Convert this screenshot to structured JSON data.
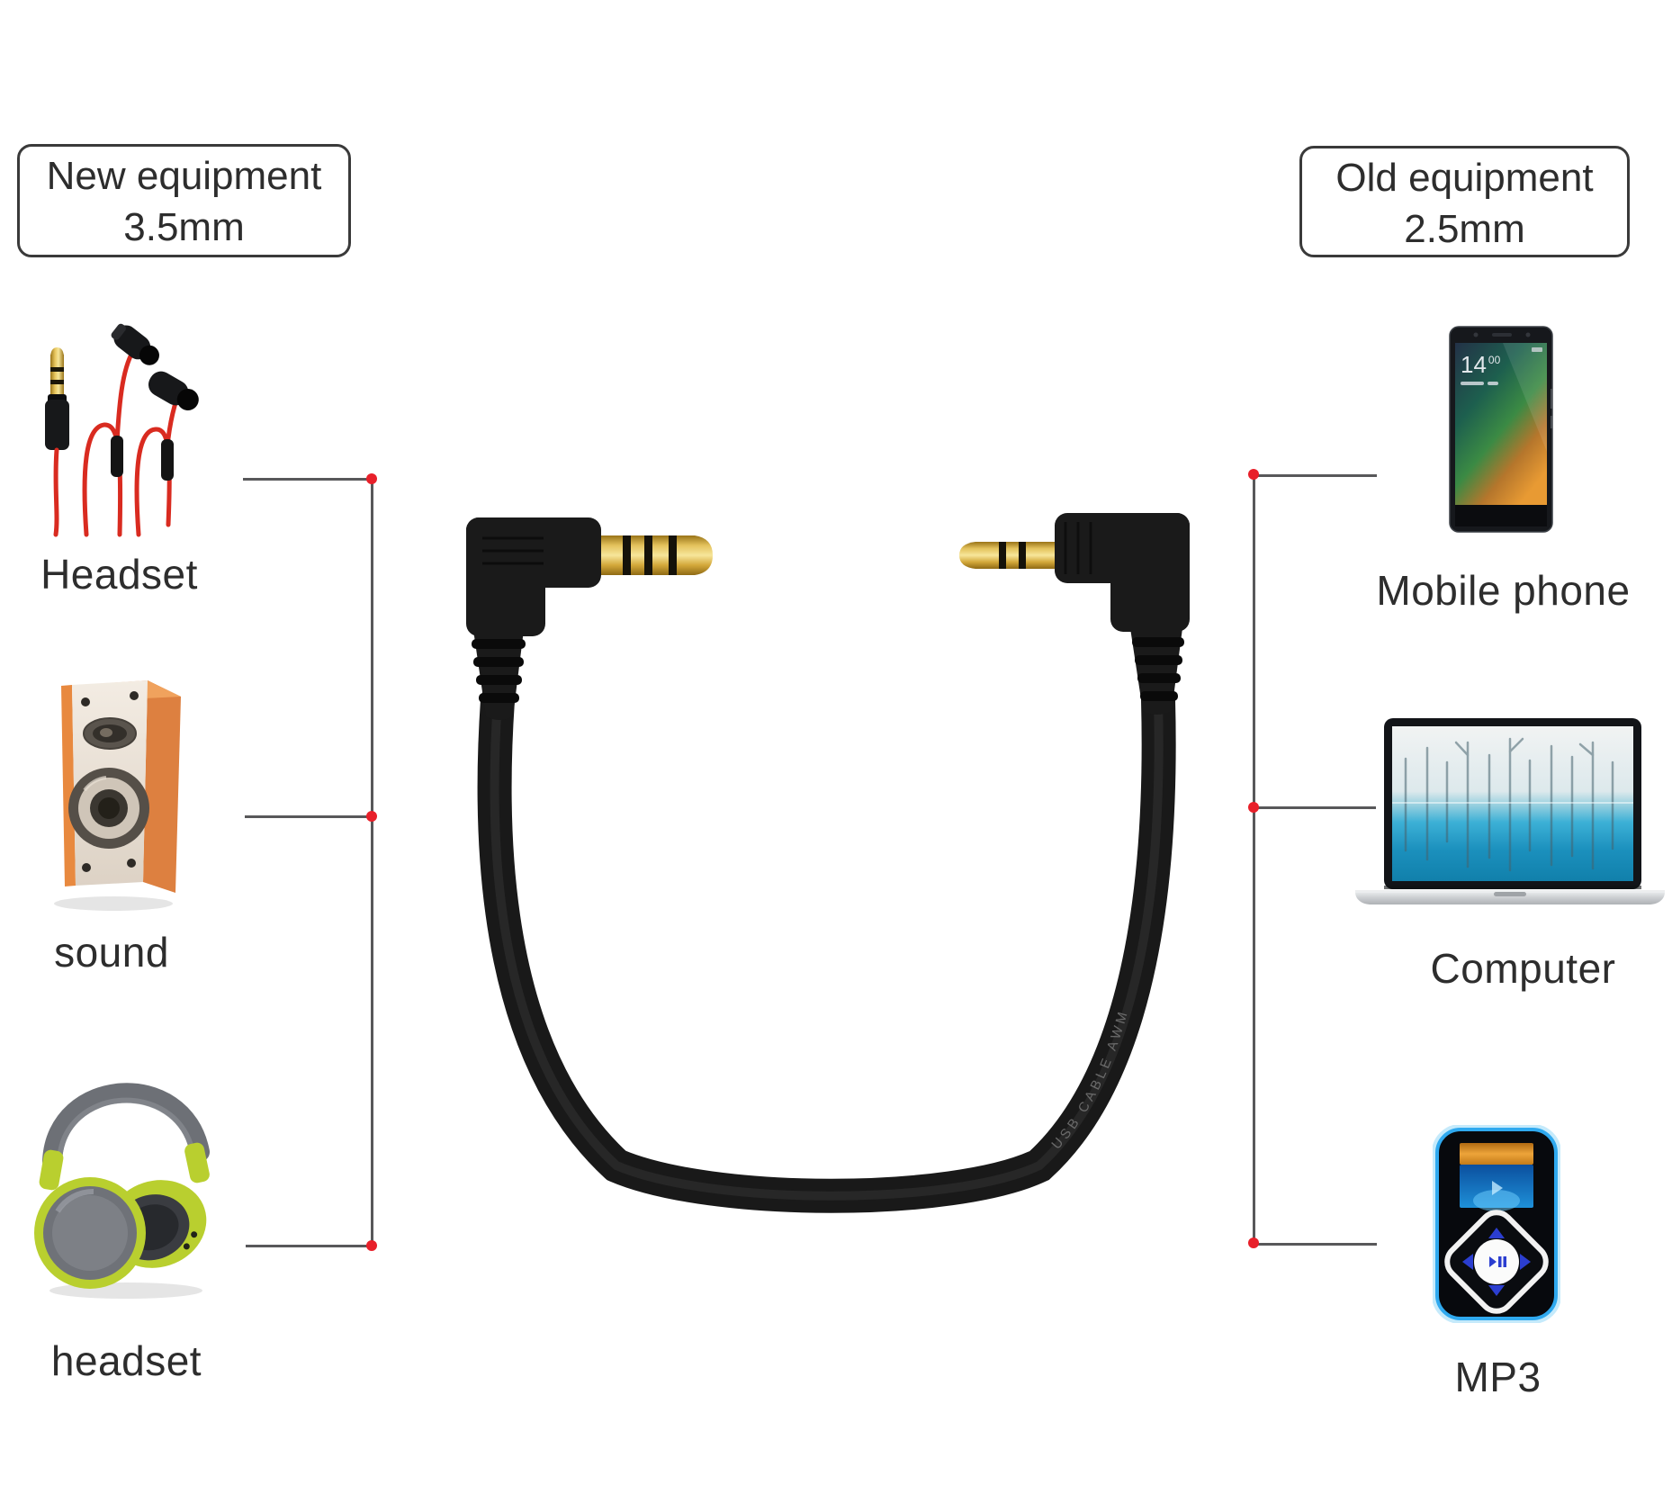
{
  "left_panel": {
    "box": {
      "line1": "New equipment",
      "line2": "3.5mm"
    },
    "items": [
      {
        "label": "Headset"
      },
      {
        "label": "sound"
      },
      {
        "label": "headset"
      }
    ]
  },
  "right_panel": {
    "box": {
      "line1": "Old equipment",
      "line2": "2.5mm"
    },
    "items": [
      {
        "label": "Mobile phone"
      },
      {
        "label": "Computer"
      },
      {
        "label": "MP3"
      }
    ]
  },
  "cable": {
    "print_text": "USB CABLE AWM"
  },
  "phone_screen": {
    "hour": "14",
    "minutes": "00"
  },
  "colors": {
    "background": "#ffffff",
    "connector_line": "#58585a",
    "junction_dot": "#e8202a",
    "text": "#2d2d2d",
    "box_border": "#3a3a3a",
    "plug_gold": "#d7b13c",
    "cable_black": "#191919",
    "speaker_orange": "#e8893f",
    "headphone_green": "#b9cf2f",
    "earbud_red": "#d92b20",
    "mp3_glow_blue": "#2fa9ef"
  }
}
